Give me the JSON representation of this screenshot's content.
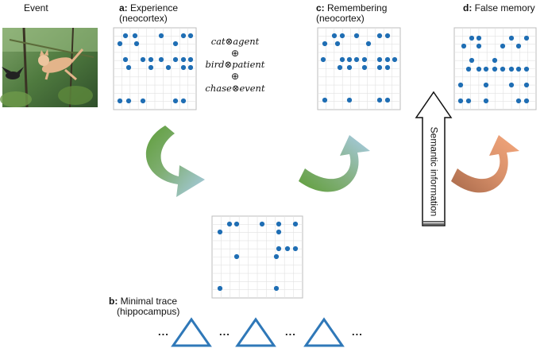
{
  "labels": {
    "event": "Event",
    "a_prefix": "a:",
    "a_title": "Experience",
    "a_sub": "(neocortex)",
    "b_prefix": "b:",
    "b_title": "Minimal trace",
    "b_sub": "(hippocampus)",
    "c_prefix": "c:",
    "c_title": "Remembering",
    "c_sub": "(neocortex)",
    "d_prefix": "d:",
    "d_title": "False memory",
    "semantic": "Semantic information"
  },
  "equation": {
    "term1": "cat⊗agent",
    "op1": "⊕",
    "term2": "bird⊗patient",
    "op2": "⊕",
    "term3": "chase⊗event"
  },
  "ellipses": [
    "...",
    "...",
    "...",
    "..."
  ],
  "colors": {
    "dot": "#1f6eb4",
    "grid": "#e2e2e2",
    "frame": "#bdbdbd",
    "green_arrow": "#5f9e3a",
    "blue_arrow": "#a9cde8",
    "brown_arrow": "#a8694a",
    "orange_arrow": "#f4a77c",
    "triangle": "#2f78b8"
  },
  "icons": [
    "photo-cat-chasing-bird",
    "curved-arrow",
    "hollow-up-arrow",
    "triangle-icon"
  ]
}
